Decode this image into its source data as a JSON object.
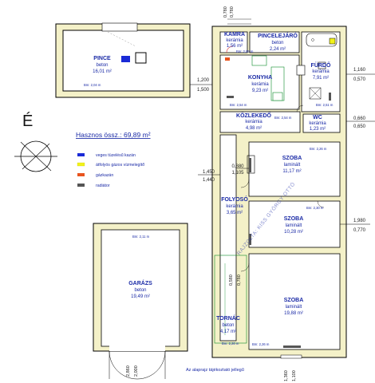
{
  "north_label": "É",
  "total_area": "Hasznos össz.: 69,89 m²",
  "legend": [
    {
      "label": "veges tüzelésű kazán",
      "color": "#1a2ad6"
    },
    {
      "label": "átfolyós gázos vízmelegítő",
      "color": "#f2f21a"
    },
    {
      "label": "gázkazán",
      "color": "#e8541e"
    },
    {
      "label": "radiátor",
      "color": "#555555"
    }
  ],
  "rooms": {
    "pince": {
      "name": "PINCE",
      "floor": "beton",
      "area": "16,01 m²",
      "height": "Bm: 2,04 m"
    },
    "kamra": {
      "name": "KAMRA",
      "floor": "kerámia",
      "area": "1,56 m²",
      "height": "Bm: 2,85 m"
    },
    "pincelejaro": {
      "name": "PINCELEJÁRÓ",
      "floor": "beton",
      "area": "2,24 m²"
    },
    "konyha": {
      "name": "KONYHA",
      "floor": "kerámia",
      "area": "9,23 m²",
      "height": "Bm: 2,54 m"
    },
    "furdo": {
      "name": "FÜRDŐ",
      "floor": "kerámia",
      "area": "7,91 m²",
      "height": "Bm: 2,51 m"
    },
    "kozlekedo": {
      "name": "KÖZLEKEDŐ",
      "floor": "kerámia",
      "area": "4,98 m²",
      "height": "Bm: 2,54 m"
    },
    "wc": {
      "name": "WC",
      "floor": "kerámia",
      "area": "1,23 m²"
    },
    "szoba1": {
      "name": "SZOBA",
      "floor": "laminált",
      "area": "11,17 m²",
      "height": "Bm: 2,26 m"
    },
    "folyoso": {
      "name": "FOLYOSÓ",
      "floor": "kerámia",
      "area": "3,65 m²"
    },
    "szoba2": {
      "name": "SZOBA",
      "floor": "laminált",
      "area": "10,28 m²",
      "height": "Bm: 2,30 m"
    },
    "szoba3": {
      "name": "SZOBA",
      "floor": "laminált",
      "area": "19,88 m²",
      "height": "Bm: 2,26 m"
    },
    "tornac": {
      "name": "TORNÁC",
      "floor": "beton",
      "area": "4,17 m²",
      "height": "Bm: 2,26 m"
    },
    "garazs": {
      "name": "GARÁZS",
      "floor": "beton",
      "area": "19,49 m²",
      "height": "Bm: 2,11 m"
    }
  },
  "dimensions": {
    "top_a": "0,780",
    "top_b": "0,780",
    "left_1200": "1,200",
    "left_1500": "1,500",
    "right_1160": "1,160",
    "right_0570": "0,570",
    "right_0660": "0,660",
    "right_0650": "0,650",
    "mid_0880": "0,880",
    "mid_1105": "1,105",
    "mid_1450": "1,450",
    "mid_1440": "1,440",
    "right_1980": "1,980",
    "right_0770": "0,770",
    "mid_0580": "0,580",
    "mid_0780": "0,780",
    "garage_2860": "2,860",
    "garage_2000": "2,000",
    "bottom_1360": "1,360",
    "bottom_1100": "1,100"
  },
  "stamp": "RAJZOLTA: KISS GYÖRGY OTTÓ",
  "note": "Az alaprajz tájékoztató jellegű"
}
